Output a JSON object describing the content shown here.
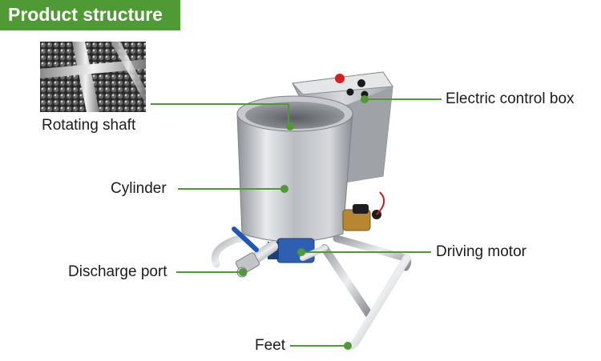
{
  "header": {
    "title": "Product structure"
  },
  "labels": {
    "rotating_shaft": "Rotating shaft",
    "electric_control_box": "Electric control box",
    "cylinder": "Cylinder",
    "driving_motor": "Driving motor",
    "discharge_port": "Discharge port",
    "feet": "Feet"
  },
  "colors": {
    "accent": "#4f9a35",
    "leader_line": "#4f9a35",
    "text": "#1c1c1c",
    "steel": "#c9cbcf",
    "motor_blue": "#2f5fb3",
    "valve_handle": "#1e57b8",
    "solenoid_brass": "#b8862e",
    "estop_red": "#d42020"
  },
  "icons": [
    "leader-dot-icon",
    "emergency-stop-icon",
    "control-knob-icon"
  ]
}
